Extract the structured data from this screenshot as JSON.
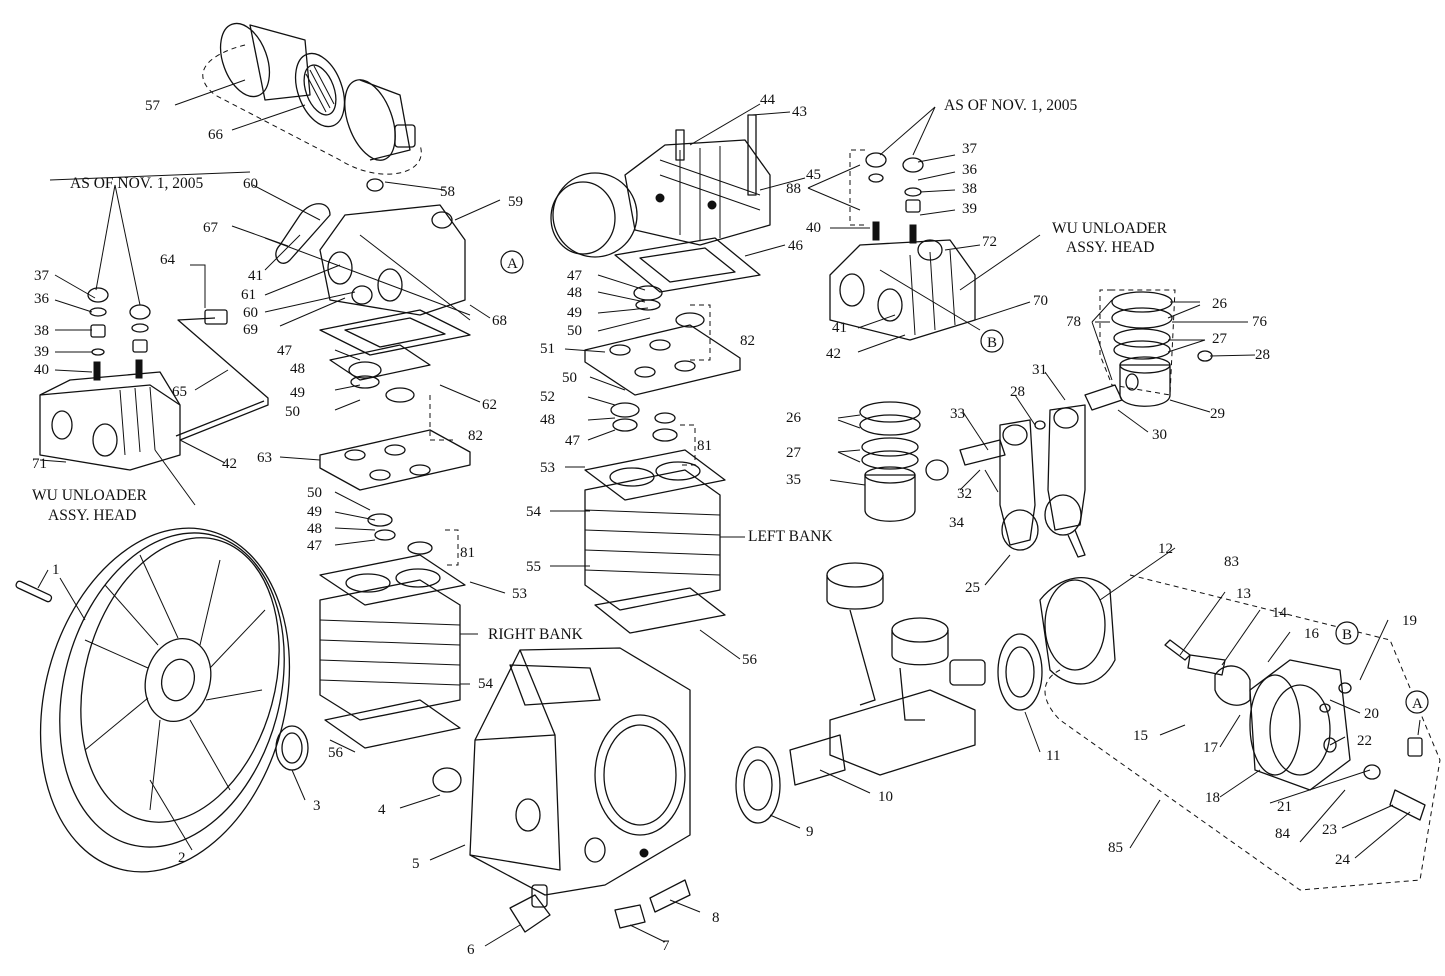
{
  "notes": {
    "as_of_left": "AS OF NOV. 1, 2005",
    "as_of_right": "AS OF NOV. 1, 2005",
    "wu_left_1": "WU UNLOADER",
    "wu_left_2": "ASSY. HEAD",
    "wu_right_1": "WU UNLOADER",
    "wu_right_2": "ASSY. HEAD",
    "left_bank": "LEFT BANK",
    "right_bank": "RIGHT BANK"
  },
  "callouts": {
    "a_top": "A",
    "b_mid": "B",
    "b_right": "B",
    "a_right": "A"
  },
  "labels": {
    "l1": "1",
    "l2": "2",
    "l3": "3",
    "l4": "4",
    "l5": "5",
    "l6": "6",
    "l7": "7",
    "l8": "8",
    "l9": "9",
    "l10": "10",
    "l11": "11",
    "l12": "12",
    "l13": "13",
    "l14": "14",
    "l15": "15",
    "l16": "16",
    "l17": "17",
    "l18": "18",
    "l19": "19",
    "l20": "20",
    "l21": "21",
    "l22": "22",
    "l23": "23",
    "l24": "24",
    "l25": "25",
    "l26a": "26",
    "l26b": "26",
    "l27a": "27",
    "l27b": "27",
    "l28a": "28",
    "l28b": "28",
    "l29": "29",
    "l30": "30",
    "l31": "31",
    "l32": "32",
    "l33": "33",
    "l34": "34",
    "l35": "35",
    "l36a": "36",
    "l36b": "36",
    "l37a": "37",
    "l37b": "37",
    "l38a": "38",
    "l38b": "38",
    "l39a": "39",
    "l39b": "39",
    "l40a": "40",
    "l40b": "40",
    "l41a": "41",
    "l41b": "41",
    "l42a": "42",
    "l42b": "42",
    "l43": "43",
    "l44": "44",
    "l45": "45",
    "l46": "46",
    "l47a": "47",
    "l47b": "47",
    "l47c": "47",
    "l47d": "47",
    "l48a": "48",
    "l48b": "48",
    "l48c": "48",
    "l48d": "48",
    "l49a": "49",
    "l49b": "49",
    "l49c": "49",
    "l50a": "50",
    "l50b": "50",
    "l50c": "50",
    "l50d": "50",
    "l51": "51",
    "l52": "52",
    "l53a": "53",
    "l53b": "53",
    "l54a": "54",
    "l54b": "54",
    "l55": "55",
    "l56a": "56",
    "l56b": "56",
    "l57": "57",
    "l58": "58",
    "l59": "59",
    "l60a": "60",
    "l60b": "60",
    "l61": "61",
    "l62": "62",
    "l63": "63",
    "l64": "64",
    "l65": "65",
    "l66": "66",
    "l67": "67",
    "l68": "68",
    "l69": "69",
    "l70": "70",
    "l71": "71",
    "l72": "72",
    "l76": "76",
    "l78": "78",
    "l81a": "81",
    "l81b": "81",
    "l82a": "82",
    "l82b": "82",
    "l83": "83",
    "l84": "84",
    "l85": "85",
    "l88": "88"
  }
}
